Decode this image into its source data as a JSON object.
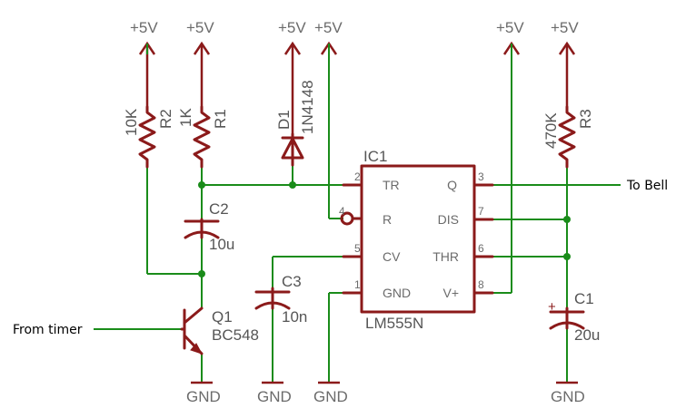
{
  "supply_label": "+5V",
  "ground_label": "GND",
  "components": {
    "r2": {
      "ref": "R2",
      "value": "10K"
    },
    "r1": {
      "ref": "R1",
      "value": "1K"
    },
    "r3": {
      "ref": "R3",
      "value": "470K"
    },
    "d1": {
      "ref": "D1",
      "value": "1N4148"
    },
    "c1": {
      "ref": "C1",
      "value": "20u"
    },
    "c2": {
      "ref": "C2",
      "value": "10u"
    },
    "c3": {
      "ref": "C3",
      "value": "10n"
    },
    "q1": {
      "ref": "Q1",
      "value": "BC548"
    },
    "ic1": {
      "ref": "IC1",
      "value": "LM555N"
    }
  },
  "ic_pins": [
    {
      "num": "2",
      "name": "TR"
    },
    {
      "num": "4",
      "name": "R"
    },
    {
      "num": "5",
      "name": "CV"
    },
    {
      "num": "1",
      "name": "GND"
    },
    {
      "num": "3",
      "name": "Q"
    },
    {
      "num": "7",
      "name": "DIS"
    },
    {
      "num": "6",
      "name": "THR"
    },
    {
      "num": "8",
      "name": "V+"
    }
  ],
  "signals": {
    "input": "From timer",
    "output": "To Bell"
  }
}
